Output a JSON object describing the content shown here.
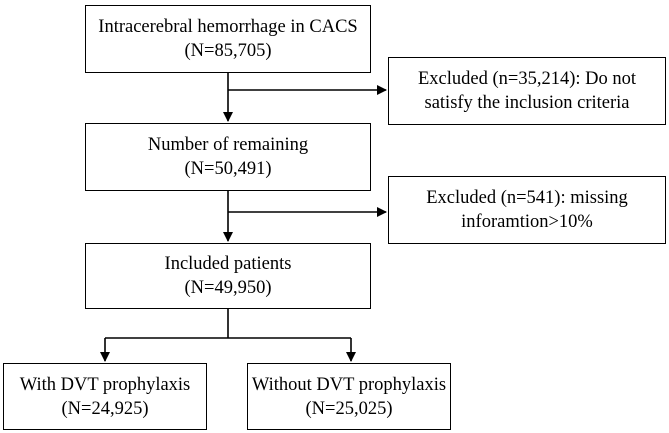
{
  "flowchart": {
    "source": {
      "title": "Intracerebral hemorrhage in CACS",
      "count": "(N=85,705)"
    },
    "exclusion_1": {
      "line1": "Excluded (n=35,214): Do not",
      "line2": "satisfy the inclusion criteria"
    },
    "remaining": {
      "title": "Number of remaining",
      "count": "(N=50,491)"
    },
    "exclusion_2": {
      "line1": "Excluded (n=541): missing",
      "line2": "inforamtion>10%"
    },
    "included": {
      "title": "Included patients",
      "count": "(N=49,950)"
    },
    "with_dvt": {
      "title": "With DVT prophylaxis",
      "count": "(N=24,925)"
    },
    "without_dvt": {
      "title": "Without DVT prophylaxis",
      "count": "(N=25,025)"
    }
  },
  "colors": {
    "line": "#000000",
    "box_border": "#000000",
    "background": "#ffffff"
  }
}
